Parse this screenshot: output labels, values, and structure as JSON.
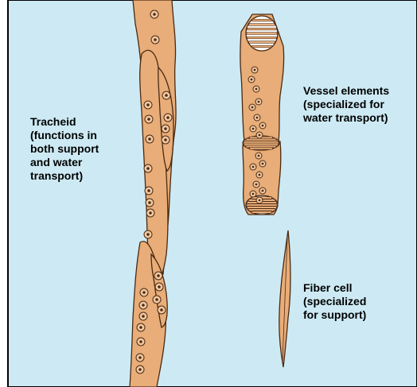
{
  "colors": {
    "background": "#cdeaf4",
    "panel_border": "#000000",
    "cell_fill": "#e8ad78",
    "cell_highlight": "#f6d2ae",
    "cell_outline": "#4a2a14",
    "pit_fill": "#f3c9a0"
  },
  "labels": {
    "tracheid": [
      "Tracheid",
      "(functions in",
      "both support",
      "and water",
      "transport)"
    ],
    "vessel": [
      "Vessel elements",
      "(specialized for",
      "water transport)"
    ],
    "fiber": [
      "Fiber cell",
      "(specialized",
      "for support)"
    ]
  }
}
